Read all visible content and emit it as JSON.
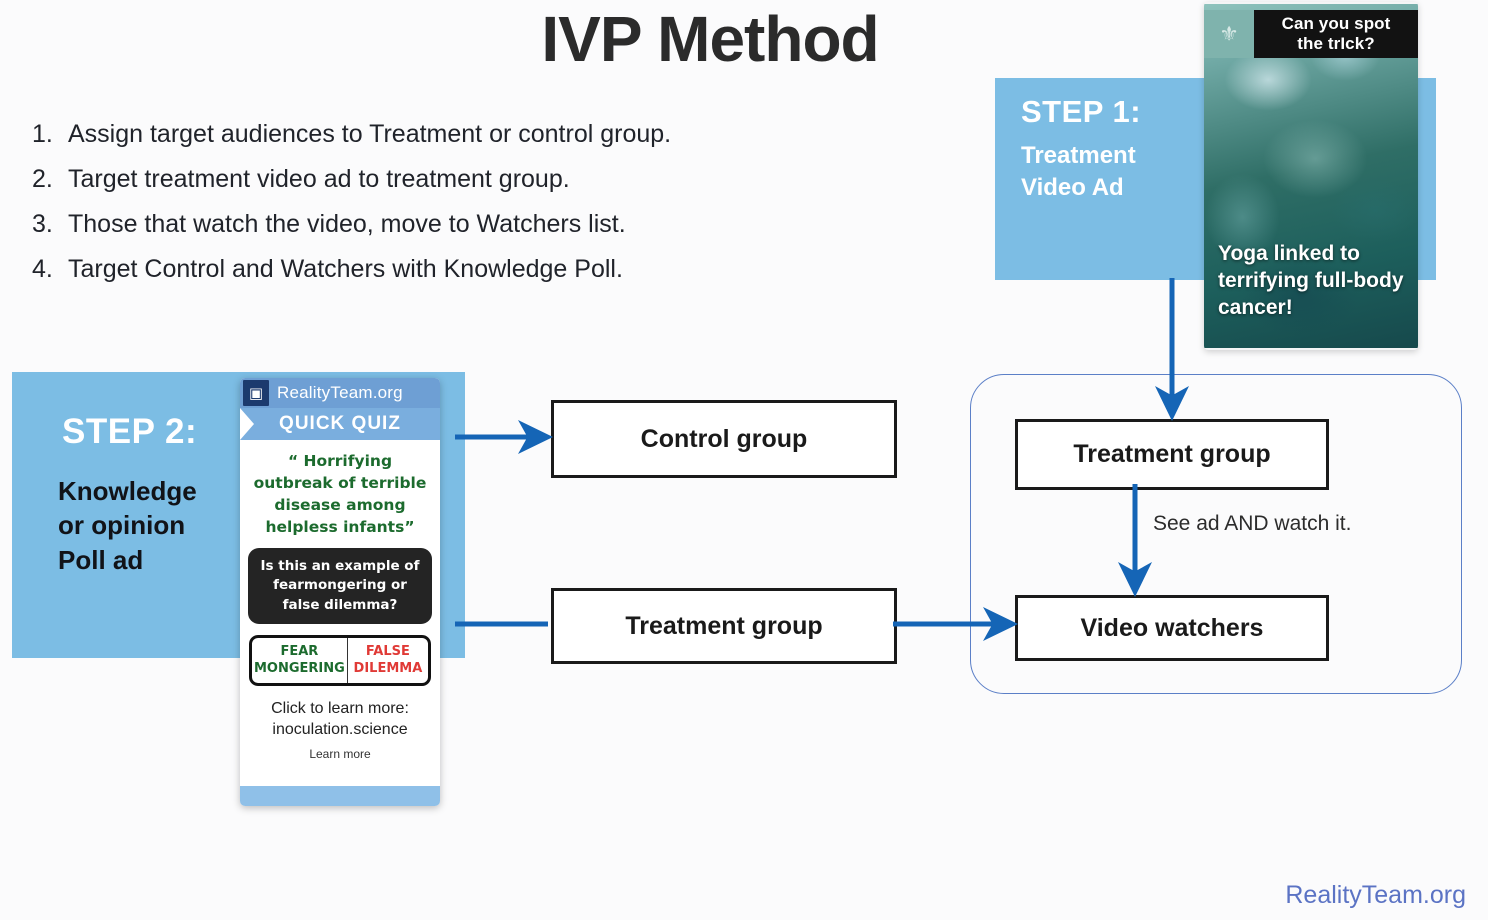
{
  "page": {
    "title": "IVP Method",
    "footer_brand": "RealityTeam.org",
    "accent_blue": "#1565b6",
    "panel_blue": "#7cbde4",
    "container_stroke": "#5b7fc7"
  },
  "steps_list": [
    {
      "num": "1.",
      "text": "Assign target audiences to Treatment or control group."
    },
    {
      "num": "2.",
      "text": "Target treatment video ad to treatment group."
    },
    {
      "num": "3.",
      "text": "Those that watch the video, move to Watchers list."
    },
    {
      "num": "4.",
      "text": "Target Control and Watchers with Knowledge Poll."
    }
  ],
  "step1": {
    "title": "STEP 1:",
    "subtitle": "Treatment\nVideo Ad"
  },
  "video_ad": {
    "hook_text": "Can you spot\nthe trIck?",
    "headline": "Yoga linked to terrifying full-body cancer!",
    "logo_icon": "crown-logo-icon"
  },
  "step2": {
    "title": "STEP 2:",
    "subtitle": "Knowledge\nor opinion\nPoll ad"
  },
  "quiz_card": {
    "brand": "RealityTeam.org",
    "logo_icon": "reality-team-logo-icon",
    "banner": "QUICK QUIZ",
    "quote": "“ Horrifying outbreak of terrible disease among helpless infants”",
    "question": "Is this an example of fearmongering or false dilemma?",
    "answer_left": "FEAR\nMONGERING",
    "answer_right": "FALSE\nDILEMMA",
    "cta": "Click to learn more: inoculation.science",
    "learn_more": "Learn more",
    "quote_color": "#1c6b2e",
    "answer_left_color": "#1c6b2e",
    "answer_right_color": "#e03a36"
  },
  "flow": {
    "control_group": "Control group",
    "treatment_group": "Treatment group",
    "treatment_group_2": "Treatment group",
    "video_watchers": "Video watchers",
    "see_ad_label": "See ad AND watch it."
  }
}
